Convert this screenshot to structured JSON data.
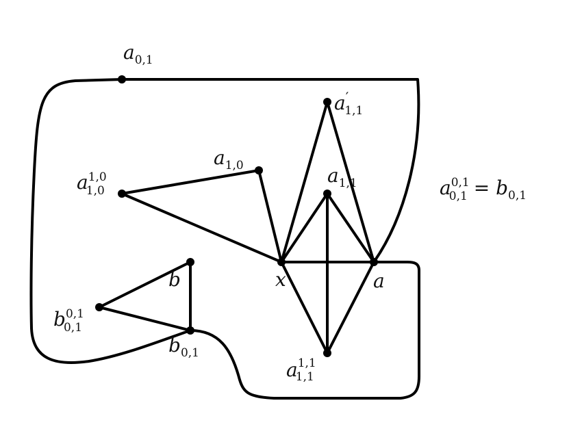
{
  "diagram": {
    "colors": {
      "stroke": "#000000",
      "text": "#111111",
      "background": "#ffffff"
    },
    "labels": {
      "a01": {
        "base": "a",
        "sub": "0,1"
      },
      "ap11": {
        "base": "a",
        "prime": "′",
        "sub": "1,1"
      },
      "a10": {
        "base": "a",
        "sub": "1,0"
      },
      "a1010": {
        "base": "a",
        "sup": "1,0",
        "sub": "1,0"
      },
      "a11": {
        "base": "a",
        "sub": "1,1"
      },
      "a0101": {
        "base": "a",
        "sup": "0,1",
        "sub": "0,1",
        "eq": " = ",
        "rhs_base": "b",
        "rhs_sub": "0,1"
      },
      "b": {
        "base": "b"
      },
      "x": {
        "base": "x"
      },
      "a": {
        "base": "a"
      },
      "b0101": {
        "base": "b",
        "sup": "0,1",
        "sub": "0,1"
      },
      "b01": {
        "base": "b",
        "sub": "0,1"
      },
      "a1111": {
        "base": "a",
        "sup": "1,1",
        "sub": "1,1"
      }
    }
  }
}
